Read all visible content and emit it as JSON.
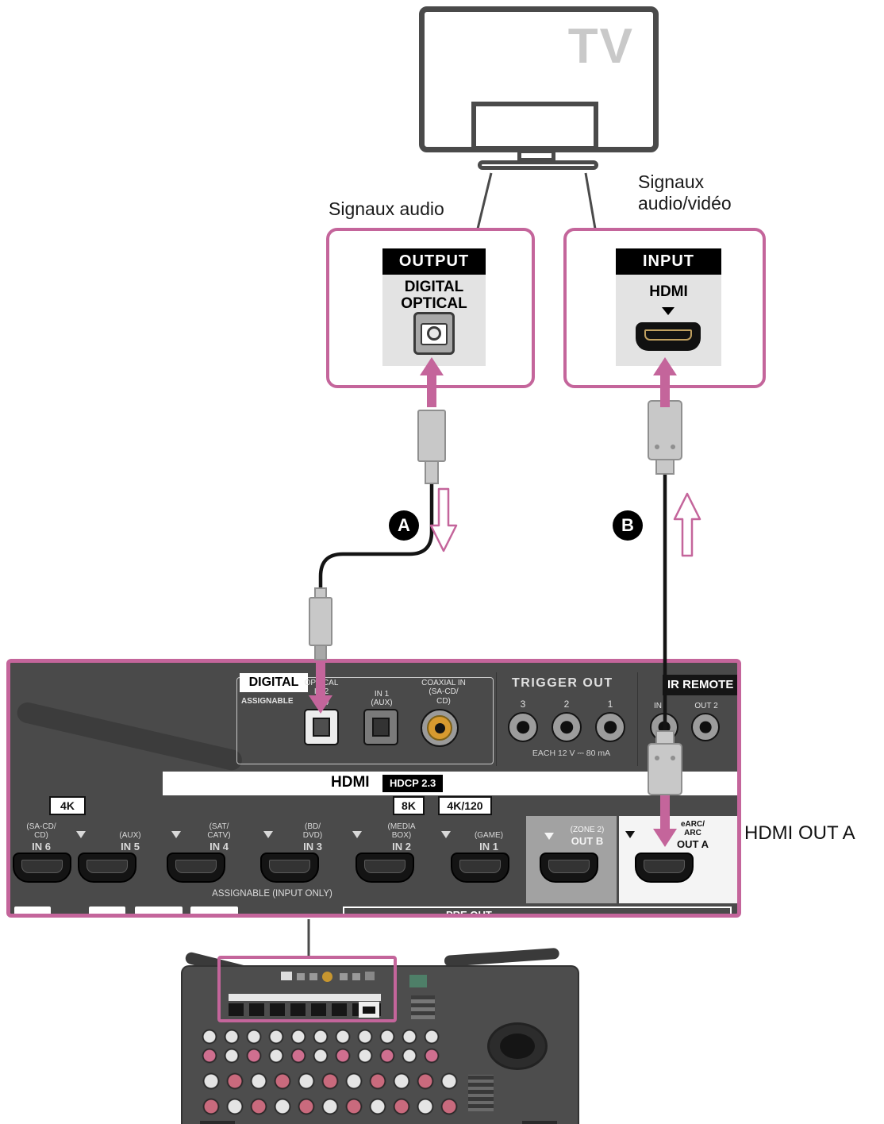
{
  "tv": {
    "label": "TV"
  },
  "captions": {
    "audio": "Signaux audio",
    "av": "Signaux\naudio/vidéo"
  },
  "callouts": {
    "audio": {
      "header": "OUTPUT",
      "jack": "DIGITAL\nOPTICAL"
    },
    "av": {
      "header": "INPUT",
      "jack": "HDMI"
    }
  },
  "cables": {
    "a": "A",
    "b": "B"
  },
  "panel": {
    "digital": {
      "title": "DIGITAL",
      "subtitle": "ASSIGNABLE",
      "optical2": "OPTICAL\nIN 2\n(TV)",
      "optical1": "IN 1\n(AUX)",
      "coaxial": "COAXIAL IN\n(SA-CD/\nCD)"
    },
    "trigger": {
      "title": "TRIGGER OUT",
      "jack_numbers": [
        "3",
        "2",
        "1"
      ],
      "note": "EACH 12 V ⎓ 80 mA"
    },
    "remote": {
      "title": "IR REMOTE",
      "in_label": "IN",
      "out2_label": "OUT 2"
    },
    "hdmi": {
      "title": "HDMI",
      "hdcp": "HDCP 2.3",
      "k4": "4K",
      "k8": "8K",
      "k4_120": "4K/120"
    },
    "ports": [
      {
        "sub": "(SA-CD/\nCD)",
        "name": "IN 6"
      },
      {
        "sub": "(AUX)",
        "name": "IN 5"
      },
      {
        "sub": "(SAT/\nCATV)",
        "name": "IN 4"
      },
      {
        "sub": "(BD/\nDVD)",
        "name": "IN 3"
      },
      {
        "sub": "(MEDIA\nBOX)",
        "name": "IN 2"
      },
      {
        "sub": "(GAME)",
        "name": "IN 1"
      },
      {
        "sub": "(ZONE 2)",
        "name": "OUT B"
      },
      {
        "sub": "eARC/\nARC",
        "name": "OUT A"
      }
    ],
    "assignable_note": "ASSIGNABLE (INPUT ONLY)",
    "pre_out": "PRE OUT"
  },
  "annotations": {
    "hdmi_out_a": "HDMI OUT A"
  },
  "colors": {
    "accent_pink": "#c4659b",
    "panel_gray": "#4a4a4a",
    "coaxial_orange": "#d79a2f"
  }
}
